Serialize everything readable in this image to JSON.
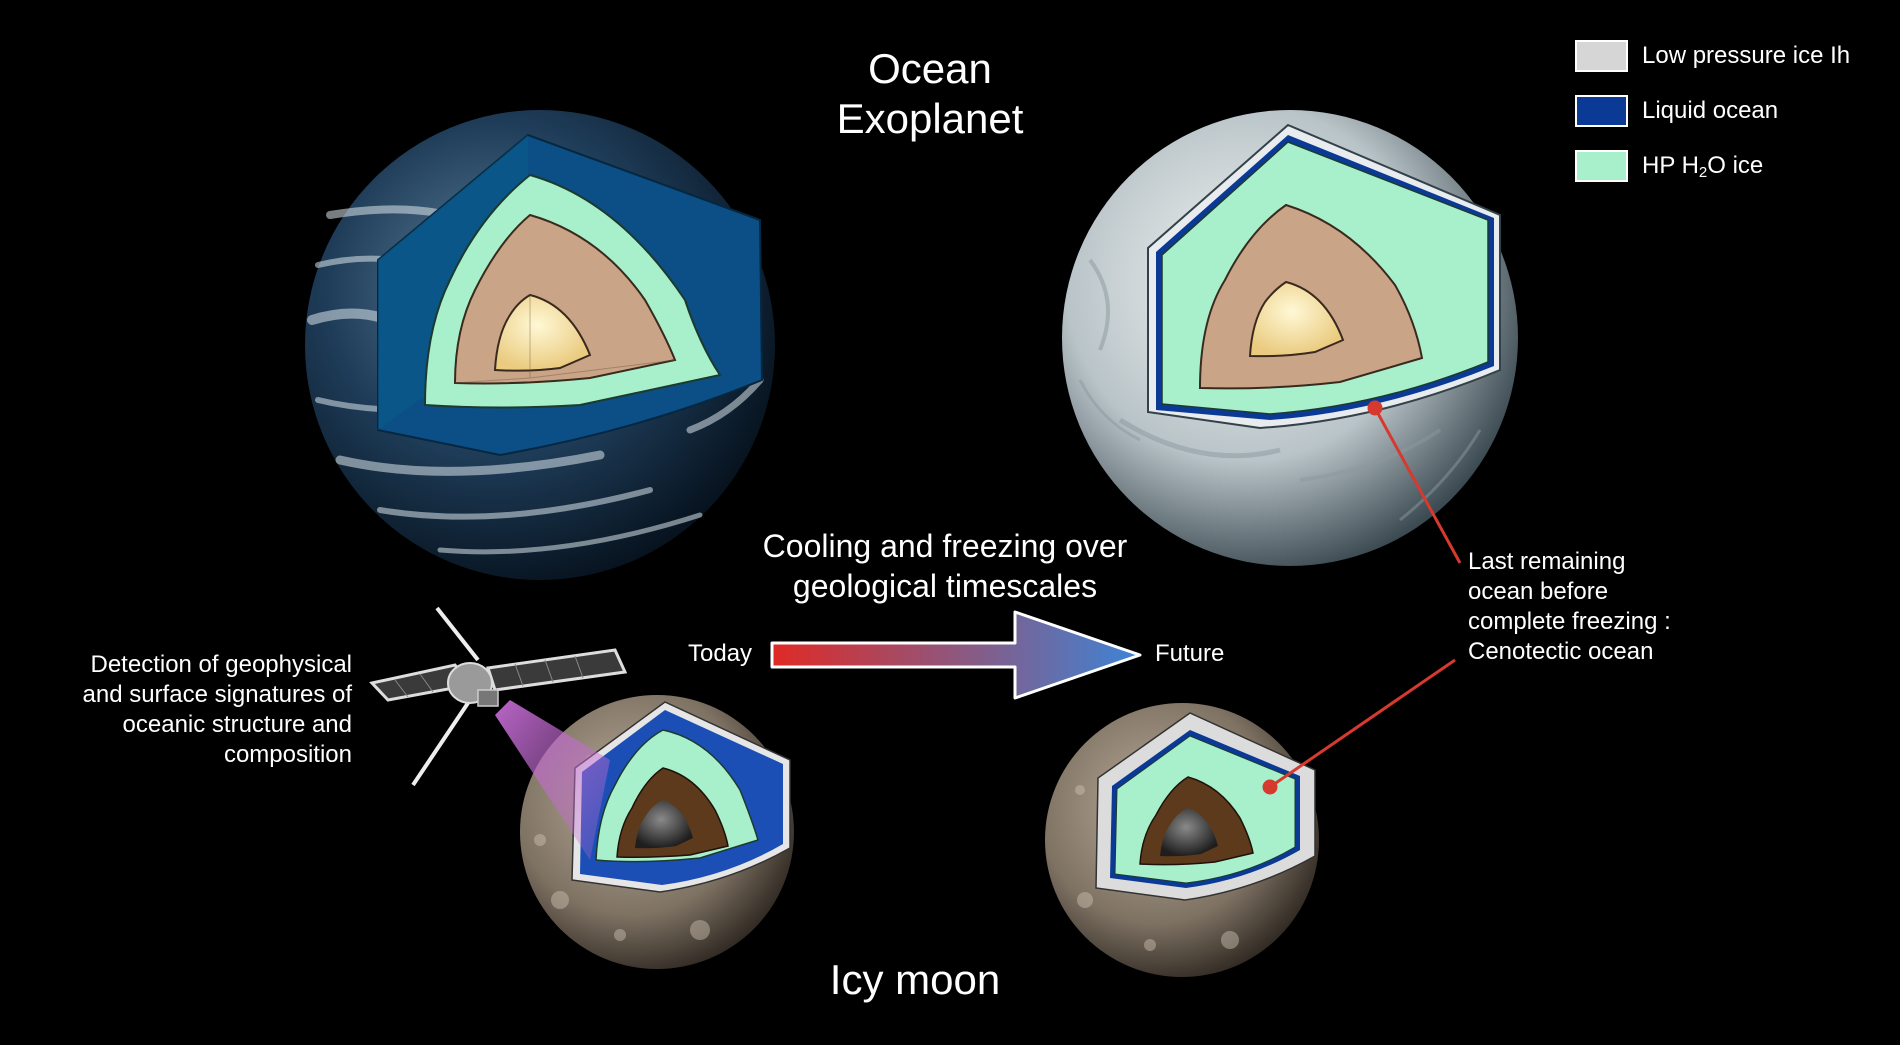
{
  "titles": {
    "top": [
      "Ocean",
      "Exoplanet"
    ],
    "bottom": "Icy moon"
  },
  "process": {
    "caption": [
      "Cooling and freezing over",
      "geological timescales"
    ],
    "start_label": "Today",
    "end_label": "Future"
  },
  "annotations": {
    "cenotectic": [
      "Last remaining",
      "ocean before",
      "complete freezing :",
      "Cenotectic ocean"
    ],
    "detection": [
      "Detection of geophysical",
      "and surface signatures of",
      "oceanic structure and",
      "composition"
    ]
  },
  "legend": {
    "items": [
      {
        "label": "Low pressure ice Ih",
        "color": "#d6d6d6"
      },
      {
        "label": "Liquid ocean",
        "color": "#0a3a96"
      },
      {
        "label_prefix": "HP H",
        "label_sub": "2",
        "label_suffix": "O ice",
        "color": "#a8f0cc"
      }
    ]
  },
  "colors": {
    "hp_ice": "#a8f0cc",
    "liquid_ocean": "#0a3a96",
    "low_pressure_ice": "#d6d6d6",
    "mantle": "#c9a487",
    "core": "#f7e3a2",
    "moon_mantle": "#5e3a1c",
    "moon_core": "#3b3b3b",
    "arrow_start": "#e02a25",
    "arrow_end": "#3d84d6",
    "pointer": "#d63a2e",
    "beam": "#c36bd2"
  }
}
